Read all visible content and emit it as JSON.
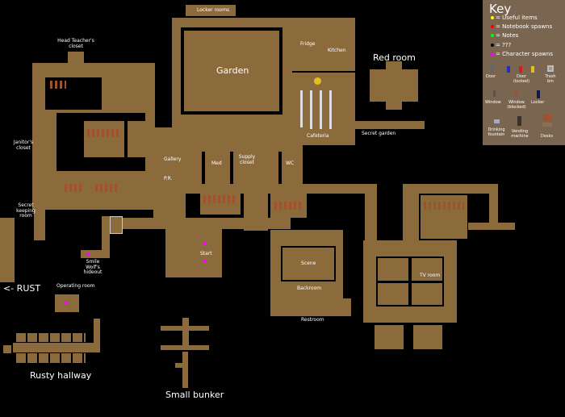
{
  "map": {
    "rooms": {
      "locker_rooms": "Locker rooms",
      "garden": "Garden",
      "head_teachers_closet": "Head Teacher's closet",
      "fridge": "Fridge",
      "kitchen": "Kitchen",
      "red_room": "Red room",
      "cafeteria": "Cafeteria",
      "secret_garden": "Secret garden",
      "janitors_closet": "Janitor's closet",
      "gallery": "Gallery",
      "pr": "P.R.",
      "med": "Med",
      "supply_closet": "Supply closet",
      "wc": "WC",
      "secret_keeping_room": "Secret keeping room",
      "smile_wolfs_hideout": "Smile Wolf's hideout",
      "start": "Start",
      "scene": "Scene",
      "backroom": "Backroom",
      "restroom": "Restroom",
      "tv_room": "TV room",
      "operating_room": "Operating room",
      "rust_arrow": "<- RUST",
      "rusty_hallway": "Rusty hallway",
      "small_bunker": "Small bunker"
    }
  },
  "key": {
    "title": "Key",
    "dots": [
      {
        "label": "= Useful items",
        "color": "#ffff00"
      },
      {
        "label": "= Notebook spawns",
        "color": "#ff0000"
      },
      {
        "label": "= Notes",
        "color": "#00ff00"
      },
      {
        "label": "= ???",
        "color": "#000000"
      },
      {
        "label": "= Character spawns",
        "color": "#ff00ff"
      }
    ],
    "symbols": {
      "door": "Door",
      "door_locked": "Door (locked)",
      "trash_bin": "Trash bin",
      "window": "Window",
      "window_blocked": "Window (blocked)",
      "locker": "Locker",
      "drinking_fountain": "Drinking fountain",
      "vending_machine": "Vending machine",
      "desks": "Desks"
    },
    "locked_door_colors": [
      "#2030c0",
      "#d02020",
      "#e0c020"
    ]
  }
}
